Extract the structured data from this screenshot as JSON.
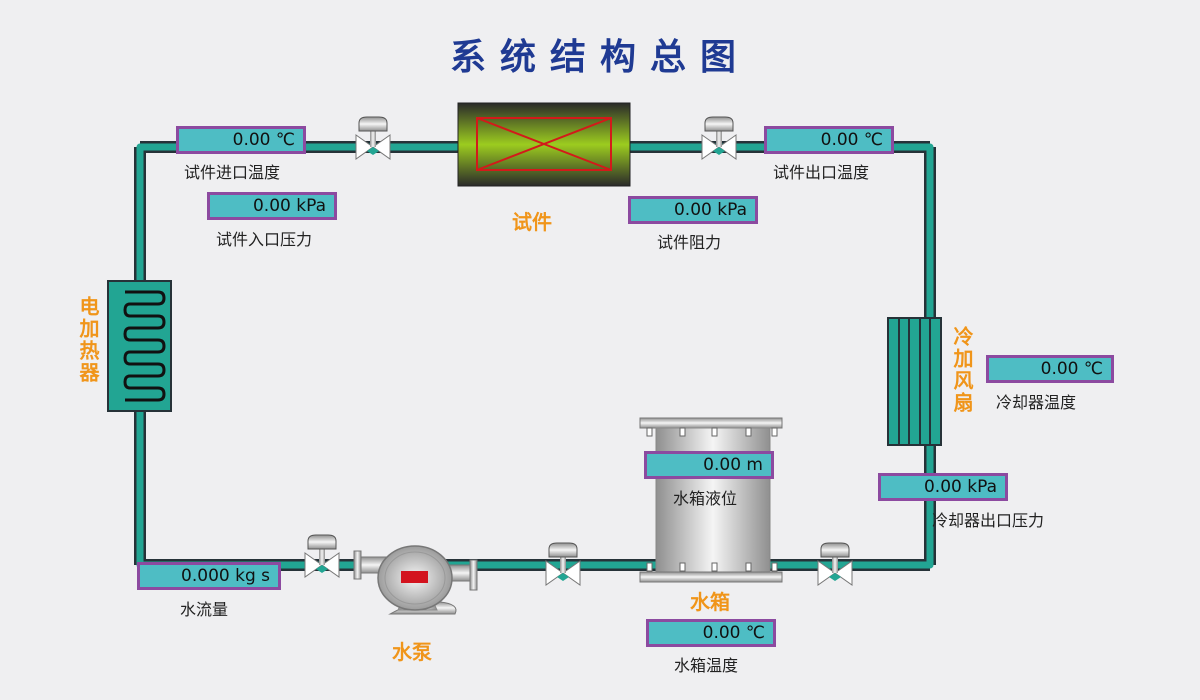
{
  "title": "系统结构总图",
  "colors": {
    "pipe": "#22a593",
    "pipe_outline": "#263238",
    "readout_bg": "#4ebdc4",
    "readout_border": "#8c4aa0",
    "title": "#1f3a93",
    "component_label": "#f0951a"
  },
  "components": {
    "test_piece": "试件",
    "electric_heater": "电加热器",
    "cooling_fan": "冷加风扇",
    "water_tank": "水箱",
    "water_pump": "水泵"
  },
  "readouts": {
    "inlet_temp": {
      "value": "0.00 ℃",
      "label": "试件进口温度"
    },
    "inlet_pressure": {
      "value": "0.00 kPa",
      "label": "试件入口压力"
    },
    "outlet_temp": {
      "value": "0.00 ℃",
      "label": "试件出口温度"
    },
    "resistance": {
      "value": "0.00 kPa",
      "label": "试件阻力"
    },
    "cooler_temp": {
      "value": "0.00 ℃",
      "label": "冷却器温度"
    },
    "cooler_outlet_pressure": {
      "value": "0.00 kPa",
      "label": "冷却器出口压力"
    },
    "tank_level": {
      "value": "0.00 m",
      "label": "水箱液位"
    },
    "tank_temp": {
      "value": "0.00 ℃",
      "label": "水箱温度"
    },
    "flow_rate": {
      "value": "0.000 kg s",
      "label": "水流量"
    }
  }
}
